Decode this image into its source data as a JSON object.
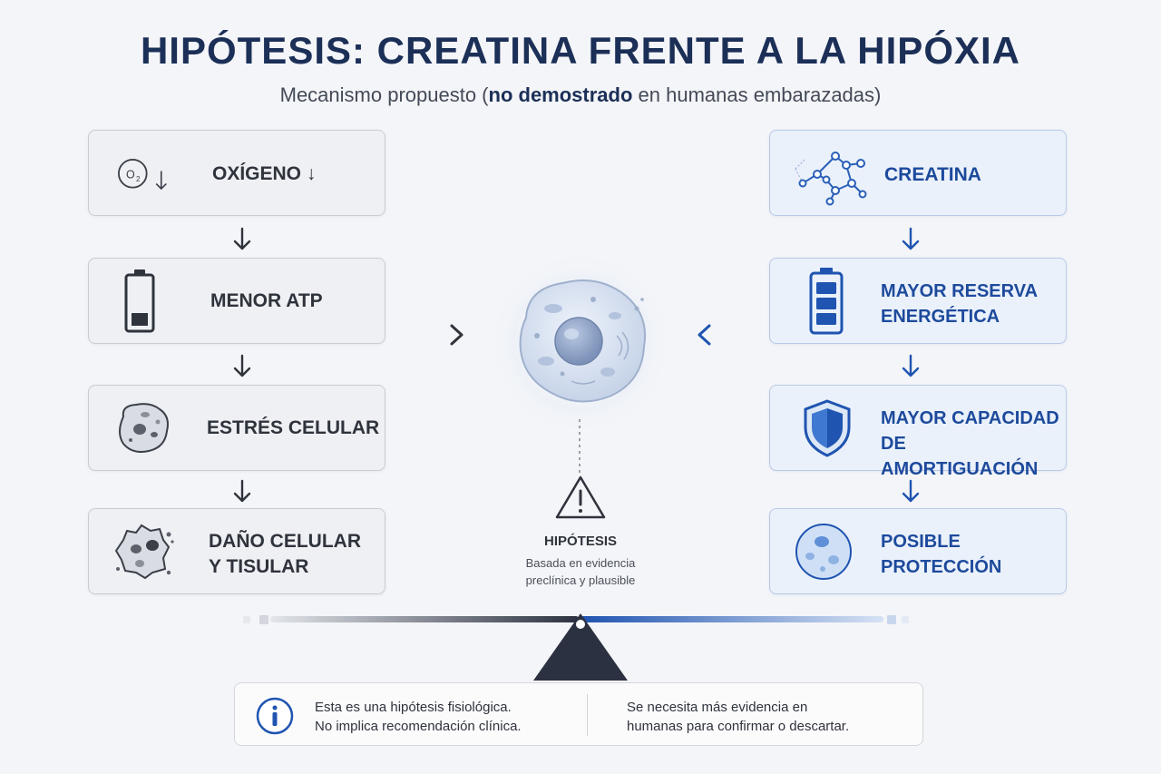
{
  "header": {
    "title": "HIPÓTESIS: CREATINA FRENTE A LA HIPÓXIA",
    "subtitle_pre": "Mecanismo propuesto (",
    "subtitle_bold": "no demostrado",
    "subtitle_post": " en humanas embarazadas)"
  },
  "left_chain": [
    {
      "label_line1": "OXÍGENO ↓",
      "label_line2": "",
      "icon": "oxygen-o2-icon",
      "o2": "O",
      "o2_sub": "2"
    },
    {
      "label_line1": "MENOR ATP",
      "label_line2": "",
      "icon": "low-battery-icon"
    },
    {
      "label_line1": "ESTRÉS CELULAR",
      "label_line2": "",
      "icon": "stressed-cell-icon"
    },
    {
      "label_line1": "DAÑO CELULAR",
      "label_line2": "Y TISULAR",
      "icon": "damaged-cell-icon"
    }
  ],
  "right_chain": [
    {
      "label_line1": "CREATINA",
      "label_line2": "",
      "icon": "molecule-icon"
    },
    {
      "label_line1": "MAYOR RESERVA",
      "label_line2": "ENERGÉTICA",
      "icon": "full-battery-icon"
    },
    {
      "label_line1": "MAYOR CAPACIDAD",
      "label_line2": "DE AMORTIGUACIÓN",
      "icon": "shield-icon"
    },
    {
      "label_line1": "POSIBLE",
      "label_line2": "PROTECCIÓN",
      "icon": "healthy-cell-icon"
    }
  ],
  "center": {
    "icon": "cell-icon",
    "warning_icon": "warning-triangle-icon",
    "hypothesis_title": "HIPÓTESIS",
    "hypothesis_line1": "Basada en evidencia",
    "hypothesis_line2": "preclínica y plausible"
  },
  "footer_note": {
    "icon": "info-icon",
    "left_line1": "Esta es una hipótesis fisiológica.",
    "left_line2": "No implica recomendación clínica.",
    "right_line1": "Se necesita más evidencia en",
    "right_line2": "humanas para confirmar o descartar."
  },
  "colors": {
    "title": "#1b2f57",
    "blue_accent": "#1d4a9c",
    "gray_text": "#2f333c",
    "blue_box_bg": "#eaf1fb",
    "gray_box_bg": "#eef0f3"
  }
}
